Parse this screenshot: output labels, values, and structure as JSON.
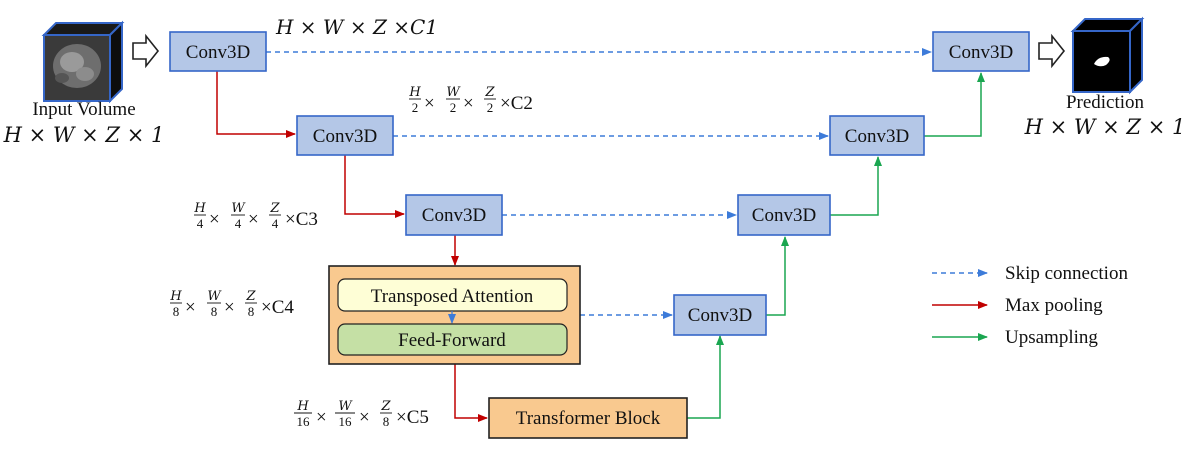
{
  "input": {
    "label": "Input Volume",
    "dims": "H × W × Z × 1"
  },
  "output": {
    "label": "Prediction",
    "dims": "H × W × Z × 1"
  },
  "blocks": {
    "enc1": "Conv3D",
    "enc2": "Conv3D",
    "enc3": "Conv3D",
    "dec1": "Conv3D",
    "dec2": "Conv3D",
    "dec3": "Conv3D",
    "dec4": "Conv3D",
    "attention": "Transposed Attention",
    "ffn": "Feed-Forward",
    "transformer": "Transformer Block"
  },
  "dims": {
    "c1": "H × W × Z ×C1",
    "c2": {
      "f1n": "H",
      "f1d": "2",
      "f2n": "W",
      "f2d": "2",
      "f3n": "Z",
      "f3d": "2",
      "tail": "×C2"
    },
    "c3": {
      "f1n": "H",
      "f1d": "4",
      "f2n": "W",
      "f2d": "4",
      "f3n": "Z",
      "f3d": "4",
      "tail": "×C3"
    },
    "c4": {
      "f1n": "H",
      "f1d": "8",
      "f2n": "W",
      "f2d": "8",
      "f3n": "Z",
      "f3d": "8",
      "tail": "×C4"
    },
    "c5": {
      "f1n": "H",
      "f1d": "16",
      "f2n": "W",
      "f2d": "16",
      "f3n": "Z",
      "f3d": "8",
      "tail": "×C5"
    }
  },
  "legend": {
    "skip": "Skip connection",
    "pool": "Max pooling",
    "up": "Upsampling"
  },
  "colors": {
    "conv_fill": "#b4c7e7",
    "conv_stroke": "#3566c8",
    "skip": "#3d7bd9",
    "pool": "#c00000",
    "up": "#1aa650",
    "outer_fill": "#f9c98f",
    "attention_fill": "#fefed6",
    "ffn_fill": "#c5e0a5"
  }
}
